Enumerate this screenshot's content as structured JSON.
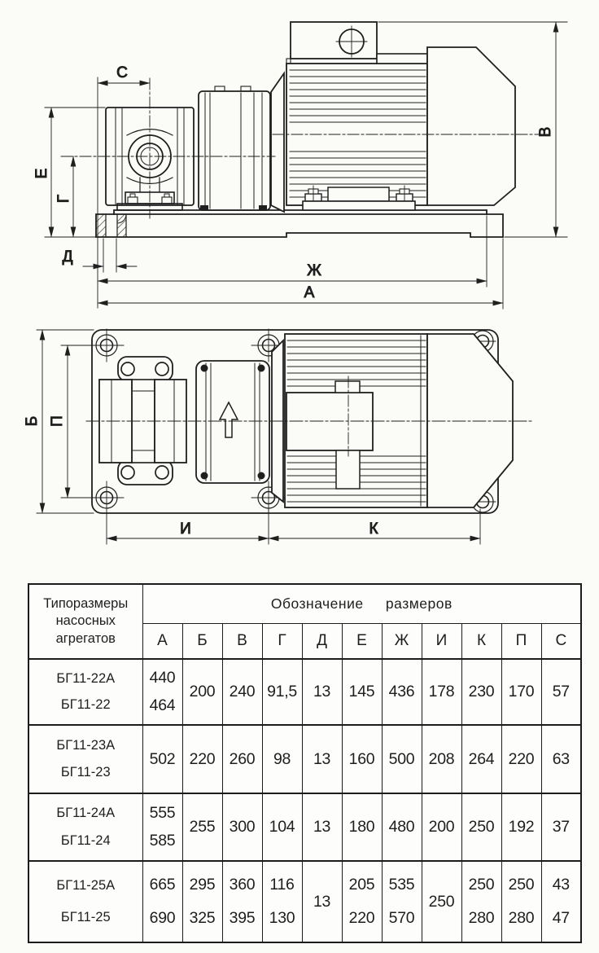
{
  "dims": {
    "c": "С",
    "e": "Е",
    "g": "Г",
    "d": "Д",
    "zh": "Ж",
    "a": "А",
    "v": "В",
    "b": "Б",
    "p": "П",
    "i": "И",
    "k": "К"
  },
  "table": {
    "corner_header_lines": [
      "Типоразмеры",
      "насосных",
      "агрегатов"
    ],
    "group_header": "Обозначение размеров",
    "columns": [
      "А",
      "Б",
      "В",
      "Г",
      "Д",
      "Е",
      "Ж",
      "И",
      "К",
      "П",
      "С"
    ],
    "rows": [
      {
        "models": [
          "БГ11-22А",
          "БГ11-22"
        ],
        "values": [
          [
            "440",
            "464"
          ],
          [
            "200"
          ],
          [
            "240"
          ],
          [
            "91,5"
          ],
          [
            "13"
          ],
          [
            "145"
          ],
          [
            "436"
          ],
          [
            "178"
          ],
          [
            "230"
          ],
          [
            "170"
          ],
          [
            "57"
          ]
        ]
      },
      {
        "models": [
          "БГ11-23А",
          "БГ11-23"
        ],
        "values": [
          [
            "502"
          ],
          [
            "220"
          ],
          [
            "260"
          ],
          [
            "98"
          ],
          [
            "13"
          ],
          [
            "160"
          ],
          [
            "500"
          ],
          [
            "208"
          ],
          [
            "264"
          ],
          [
            "220"
          ],
          [
            "63"
          ]
        ]
      },
      {
        "models": [
          "БГ11-24А",
          "БГ11-24"
        ],
        "values": [
          [
            "555",
            "585"
          ],
          [
            "255"
          ],
          [
            "300"
          ],
          [
            "104"
          ],
          [
            "13"
          ],
          [
            "180"
          ],
          [
            "480"
          ],
          [
            "200"
          ],
          [
            "250"
          ],
          [
            "192"
          ],
          [
            "37"
          ]
        ]
      },
      {
        "models": [
          "БГ11-25А",
          "БГ11-25"
        ],
        "values": [
          [
            "665",
            "690"
          ],
          [
            "295",
            "325"
          ],
          [
            "360",
            "395"
          ],
          [
            "116",
            "130"
          ],
          [
            "13"
          ],
          [
            "205",
            "220"
          ],
          [
            "535",
            "570"
          ],
          [
            "250"
          ],
          [
            "250",
            "280"
          ],
          [
            "250",
            "280"
          ],
          [
            "43",
            "47"
          ]
        ]
      }
    ]
  }
}
